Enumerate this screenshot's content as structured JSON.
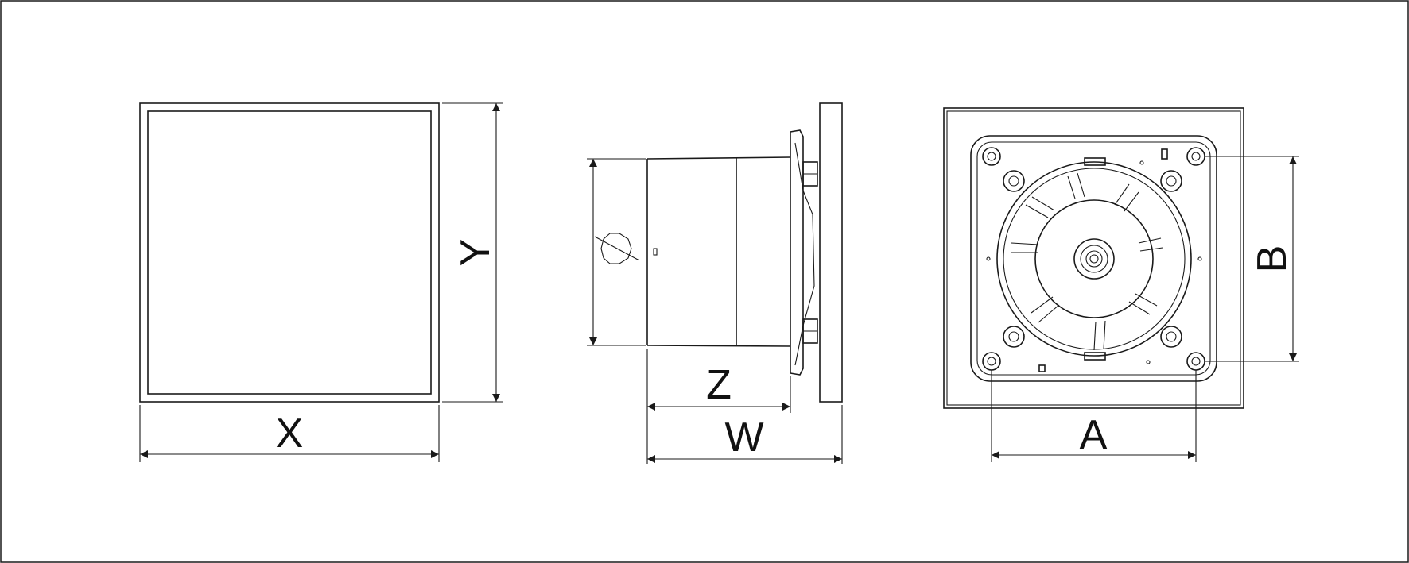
{
  "labels": {
    "x": "X",
    "y": "Y",
    "z": "Z",
    "w": "W",
    "a": "A",
    "b": "B"
  },
  "colors": {
    "line": "#1a1a1a",
    "background": "#ffffff"
  }
}
